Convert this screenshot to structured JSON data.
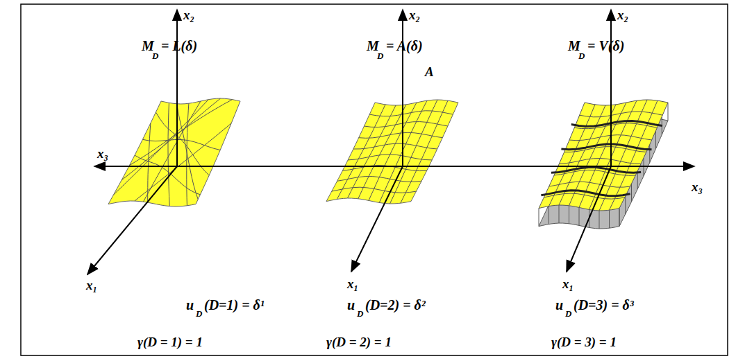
{
  "diagram": {
    "labels": [
      "x₂",
      "M",
      "D",
      "= L(δ)",
      "x₃",
      "x₁",
      "u",
      "D",
      "(D=1) = δ¹",
      "γ(D = 1) = 1",
      "x₂",
      "M",
      "D",
      "= A(δ)",
      "A",
      "x₁",
      "u",
      "D",
      "(D=2) = δ²",
      "γ(D = 2) = 1",
      "x₂",
      "M",
      "D",
      "= V(δ)",
      "x₃",
      "x₁",
      "u",
      "D",
      "(D=3) = δ³",
      "γ(D = 3) = 1"
    ]
  }
}
